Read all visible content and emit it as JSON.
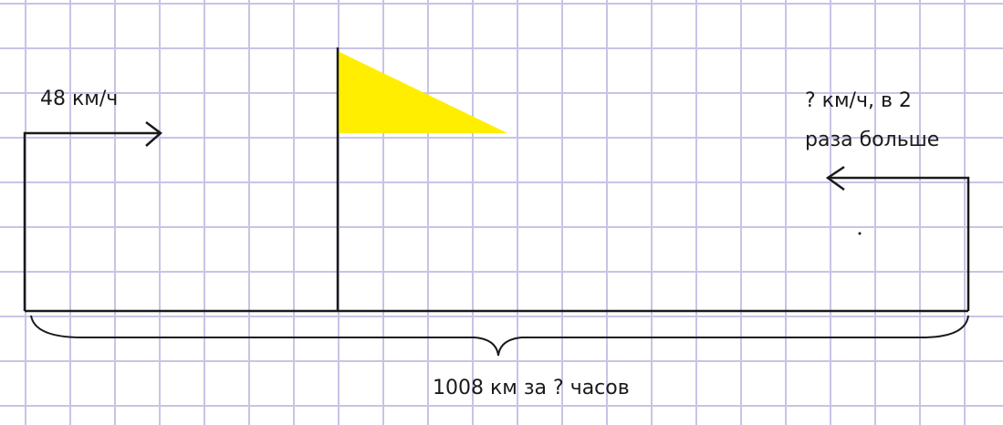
{
  "labels": {
    "left_speed": "48 км/ч",
    "right_speed_line1": "? км/ч, в 2",
    "right_speed_line2": "раза больше",
    "total": "1008 км за ? часов"
  },
  "colors": {
    "flag": "#ffee00",
    "grid": "#c9c3e6",
    "ink": "#1a1a1a"
  }
}
